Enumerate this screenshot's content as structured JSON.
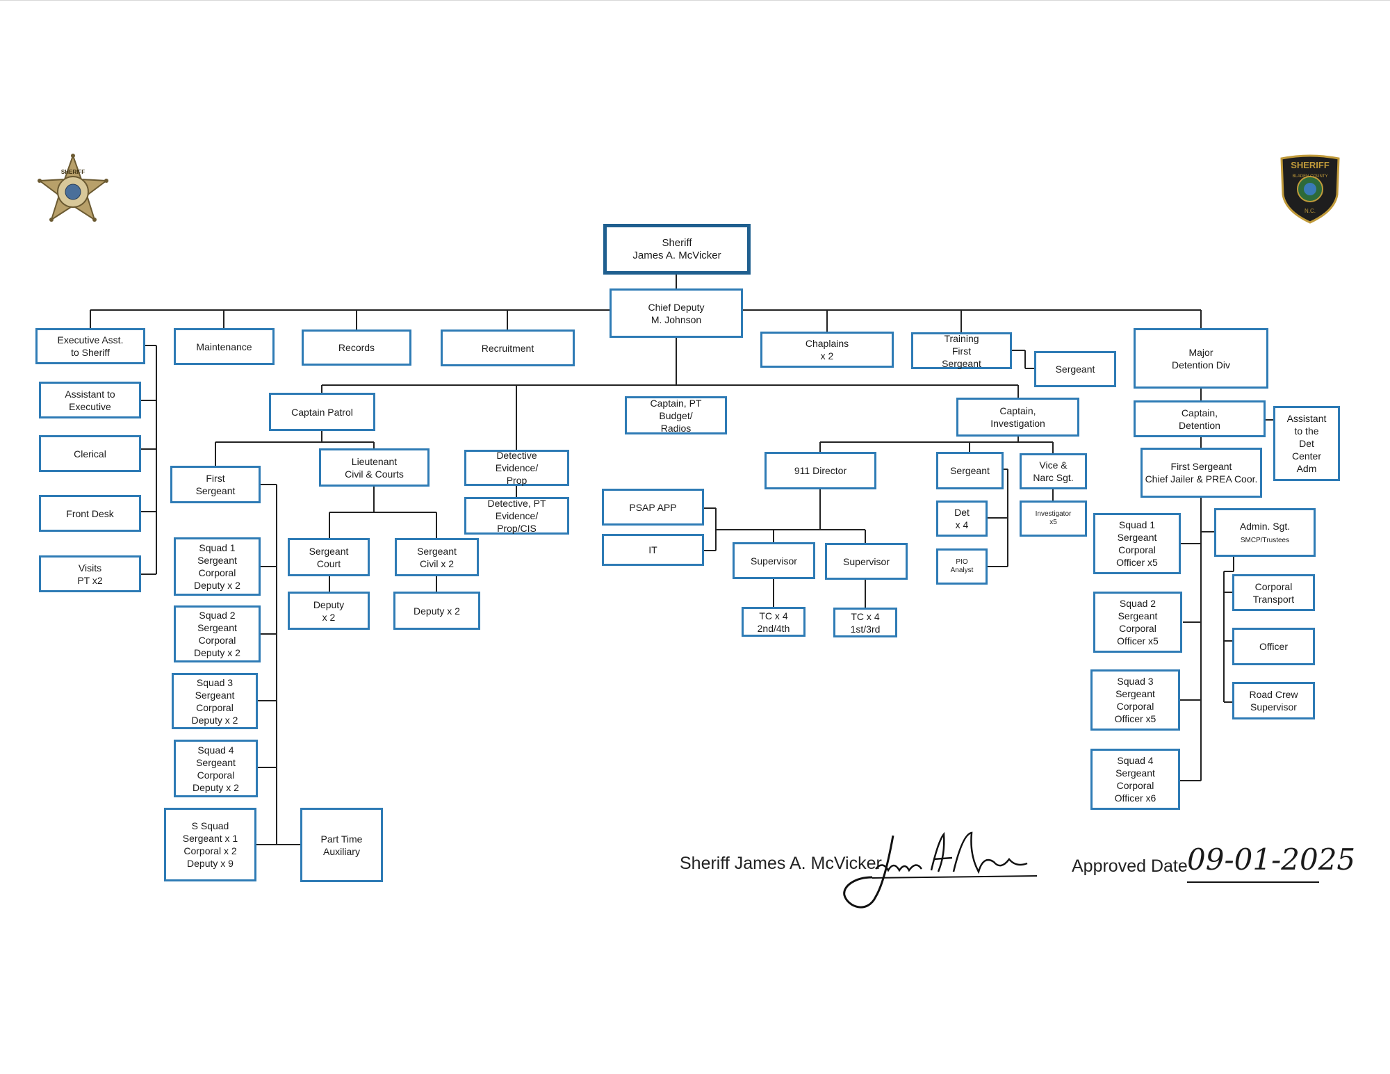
{
  "nodes": {
    "sheriff": "Sheriff\nJames A. McVicker",
    "chief_deputy": "Chief Deputy\nM. Johnson",
    "exec_asst": "Executive Asst.\nto Sheriff",
    "maintenance": "Maintenance",
    "records": "Records",
    "recruitment": "Recruitment",
    "chaplains": "Chaplains\nx 2",
    "training": "Training\nFirst\nSergeant",
    "training_sgt": "Sergeant",
    "major_detention": "Major\nDetention Div",
    "assistant_exec": "Assistant to\nExecutive",
    "clerical": "Clerical",
    "front_desk": "Front Desk",
    "visits": "Visits\nPT x2",
    "captain_patrol": "Captain Patrol",
    "first_sergeant": "First\nSergeant",
    "squad1": "Squad 1\nSergeant\nCorporal\nDeputy x 2",
    "squad2": "Squad 2\nSergeant\nCorporal\nDeputy x 2",
    "squad3": "Squad 3\nSergeant\nCorporal\nDeputy x 2",
    "squad4": "Squad 4\nSergeant\nCorporal\nDeputy x 2",
    "s_squad": "S Squad\nSergeant x 1\nCorporal x 2\nDeputy x 9",
    "part_time": "Part Time\nAuxiliary",
    "lieutenant": "Lieutenant\nCivil & Courts",
    "sgt_court": "Sergeant\nCourt",
    "sgt_civil": "Sergeant\nCivil x 2",
    "deputy_court": "Deputy\nx 2",
    "deputy_civil": "Deputy x 2",
    "detective": "Detective\nEvidence/\nProp",
    "detective_pt": "Detective, PT\nEvidence/\nProp/CIS",
    "captain_pt": "Captain, PT\nBudget/\nRadios",
    "psap": "PSAP APP",
    "it": "IT",
    "director_911": "911 Director",
    "supervisor1": "Supervisor",
    "supervisor2": "Supervisor",
    "tc1_main": "TC x 4",
    "tc1_shift": "2nd/4th",
    "tc2_main": "TC x 4",
    "tc2_shift": "1st/3rd",
    "captain_inv": "Captain,\nInvestigation",
    "inv_sergeant": "Sergeant",
    "det_x4": "Det\nx 4",
    "pio": "PIO\nAnalyst",
    "vice": "Vice &\nNarc Sgt.",
    "investigator": "Investigator\nx5",
    "captain_det": "Captain,\nDetention",
    "asst_det": "Assistant\nto the\nDet\nCenter\nAdm",
    "first_sgt_jailer": "First Sergeant\nChief Jailer & PREA Coor.",
    "d_squad1": "Squad 1\nSergeant\nCorporal\nOfficer x5",
    "d_squad2": "Squad 2\nSergeant\nCorporal\nOfficer x5",
    "d_squad3": "Squad 3\nSergeant\nCorporal\nOfficer x5",
    "d_squad4": "Squad 4\nSergeant\nCorporal\nOfficer x6",
    "admin_sgt": "Admin. Sgt.",
    "admin_sgt_sub": "SMCP/Trustees",
    "corporal_transport": "Corporal\nTransport",
    "officer": "Officer",
    "road_crew": "Road Crew\nSupervisor"
  },
  "footer": {
    "sheriff_label": "Sheriff James A. McVicker",
    "approved_label": "Approved Date",
    "approved_date": "09-01-2025"
  },
  "badges": {
    "left_badge_text": "SHERIFF",
    "right_badge_text": "SHERIFF",
    "right_badge_county": "BLADEN COUNTY",
    "right_badge_state": "N.C."
  },
  "colors": {
    "box_border": "#2e7bb5",
    "top_border": "#1f5f8f",
    "line": "#222222"
  }
}
